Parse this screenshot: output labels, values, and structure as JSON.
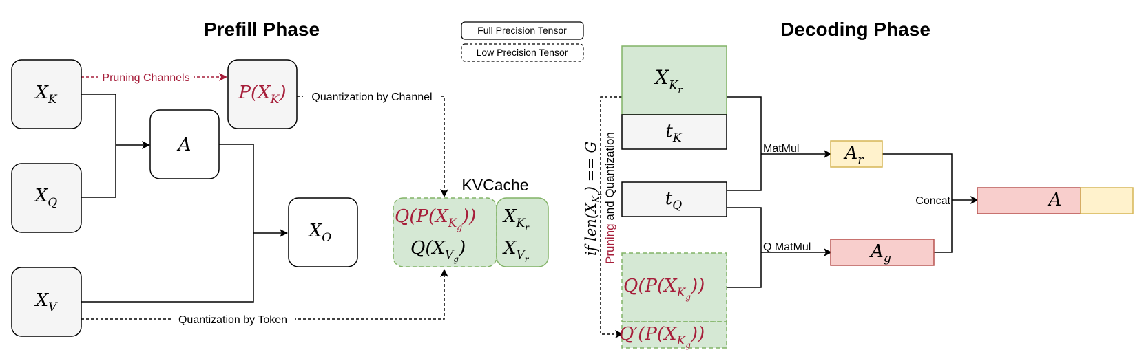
{
  "headings": {
    "prefill": "Prefill Phase",
    "decoding": "Decoding Phase"
  },
  "legend": {
    "full": "Full Precision Tensor",
    "low": "Low Precision Tensor"
  },
  "prefill": {
    "xk": {
      "base": "X",
      "sub": "K"
    },
    "xq": {
      "base": "X",
      "sub": "Q"
    },
    "xv": {
      "base": "X",
      "sub": "V"
    },
    "a": "A",
    "xo": {
      "base": "X",
      "sub": "O"
    },
    "pxk": {
      "pre": "P(",
      "base": "X",
      "sub": "K",
      "post": ")"
    },
    "pruning_label": "Pruning Channels",
    "quant_channel_label": "Quantization by Channel",
    "quant_token_label": "Quantization by Token"
  },
  "kvcache": {
    "title": "KVCache",
    "low_k": {
      "pre": "Q(P(",
      "base": "X",
      "sub": "K",
      "subsub": "g",
      "post": "))"
    },
    "low_v": {
      "pre": "Q(",
      "base": "X",
      "sub": "V",
      "subsub": "g",
      "post": ")"
    },
    "full_k": {
      "base": "X",
      "sub": "K",
      "subsub": "r"
    },
    "full_v": {
      "base": "X",
      "sub": "V",
      "subsub": "r"
    }
  },
  "decoding": {
    "xkr": {
      "base": "X",
      "sub": "K",
      "subsub": "r"
    },
    "tk": {
      "base": "t",
      "sub": "K"
    },
    "tq": {
      "base": "t",
      "sub": "Q"
    },
    "qpxkg": {
      "pre": "Q(P(",
      "base": "X",
      "sub": "K",
      "subsub": "g",
      "post": "))"
    },
    "qppxkg": {
      "pre": "Q′(P(",
      "base": "X",
      "sub": "K",
      "subsub": "g",
      "post": "))"
    },
    "condition": {
      "pre": "if  len(",
      "base": "X",
      "sub": "K",
      "subsub": "r",
      "post": ") == G"
    },
    "pruning_word": "Pruning",
    "and_quant": " and Quantization",
    "matmul": "MatMul",
    "q_matmul": "Q  MatMul",
    "concat": "Concat",
    "ar": {
      "base": "A",
      "sub": "r"
    },
    "ag": {
      "base": "A",
      "sub": "g"
    },
    "a": "A"
  },
  "colors": {
    "red": "#a61e3a",
    "green_fill": "#d5e8d4",
    "green_stroke": "#82b366",
    "yellow_fill": "#fff2cc",
    "yellow_stroke": "#d6b656",
    "pink_fill": "#f8cecc",
    "pink_stroke": "#b85450",
    "gray_fill": "#f5f5f5"
  }
}
